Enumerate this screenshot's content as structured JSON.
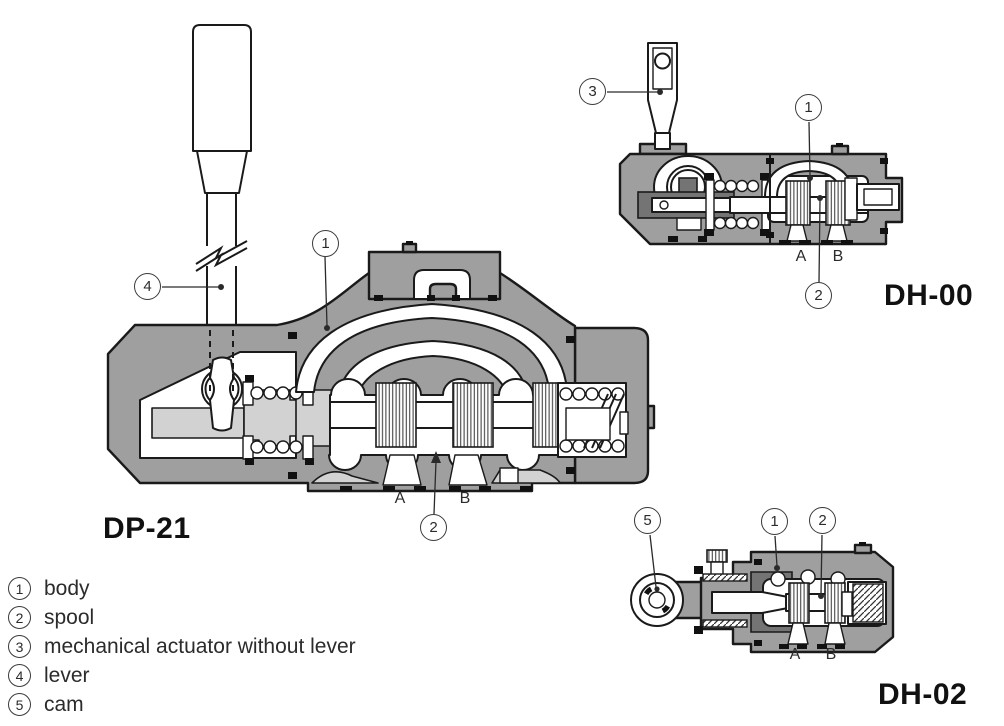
{
  "figure": {
    "valves": {
      "dp21": {
        "name": "DP-21",
        "port_a": "A",
        "port_b": "B",
        "callouts": {
          "body": "1",
          "spool": "2",
          "lever": "4"
        }
      },
      "dh00": {
        "name": "DH-00",
        "port_a": "A",
        "port_b": "B",
        "callouts": {
          "body": "1",
          "spool": "2",
          "actuator": "3"
        }
      },
      "dh02": {
        "name": "DH-02",
        "port_a": "A",
        "port_b": "B",
        "callouts": {
          "body": "1",
          "spool": "2",
          "cam": "5"
        }
      }
    },
    "legend": {
      "items": [
        {
          "num": "1",
          "label": "body"
        },
        {
          "num": "2",
          "label": "spool"
        },
        {
          "num": "3",
          "label": "mechanical actuator without lever"
        },
        {
          "num": "4",
          "label": "lever"
        },
        {
          "num": "5",
          "label": "cam"
        }
      ]
    },
    "colors": {
      "body_gray": "#9f9f9f",
      "dark_gray": "#747474",
      "light_gray": "#d2d2d2",
      "line": "#1a1a1a"
    }
  }
}
